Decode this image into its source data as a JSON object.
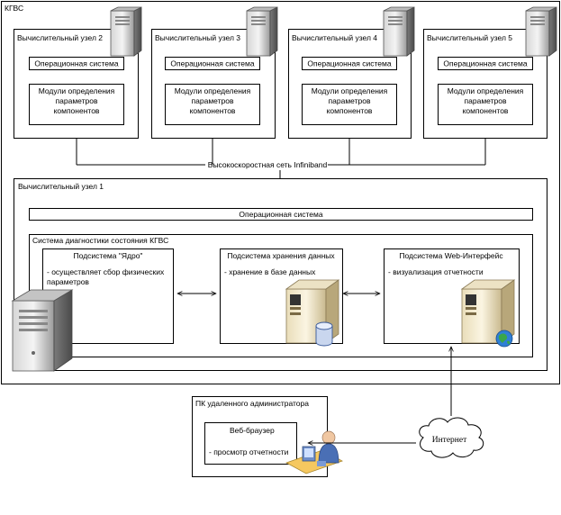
{
  "cluster": {
    "title": "КГВС"
  },
  "nodes": [
    {
      "title": "Вычислительный узел 2",
      "os": "Операционная система",
      "modules": [
        "Модули определения",
        "параметров",
        "компонентов"
      ]
    },
    {
      "title": "Вычислительный узел 3",
      "os": "Операционная система",
      "modules": [
        "Модули определения",
        "параметров",
        "компонентов"
      ]
    },
    {
      "title": "Вычислительный узел 4",
      "os": "Операционная система",
      "modules": [
        "Модули определения",
        "параметров",
        "компонентов"
      ]
    },
    {
      "title": "Вычислительный узел 5",
      "os": "Операционная система",
      "modules": [
        "Модули определения",
        "параметров",
        "компонентов"
      ]
    }
  ],
  "network": {
    "label": "Высокоскоростная сеть Infiniband"
  },
  "node1": {
    "title": "Вычислительный узел 1",
    "os": "Операционная система",
    "diag_system": "Система диагностики состояния КГВС",
    "core": {
      "title": "Подсистема \"Ядро\"",
      "desc_1": "- осуществляет сбор физических",
      "desc_2": "параметров"
    },
    "storage": {
      "title": "Подсистема хранения данных",
      "desc": "- хранение в базе данных"
    },
    "web": {
      "title": "Подсистема Web-Интерфейс",
      "desc": "- визуализация отчетности"
    }
  },
  "remote_pc": {
    "title": "ПК удаленного администратора",
    "browser_title": "Веб-браузер",
    "browser_desc": "- просмотр отчетности"
  },
  "internet": {
    "label": "Интернет"
  }
}
